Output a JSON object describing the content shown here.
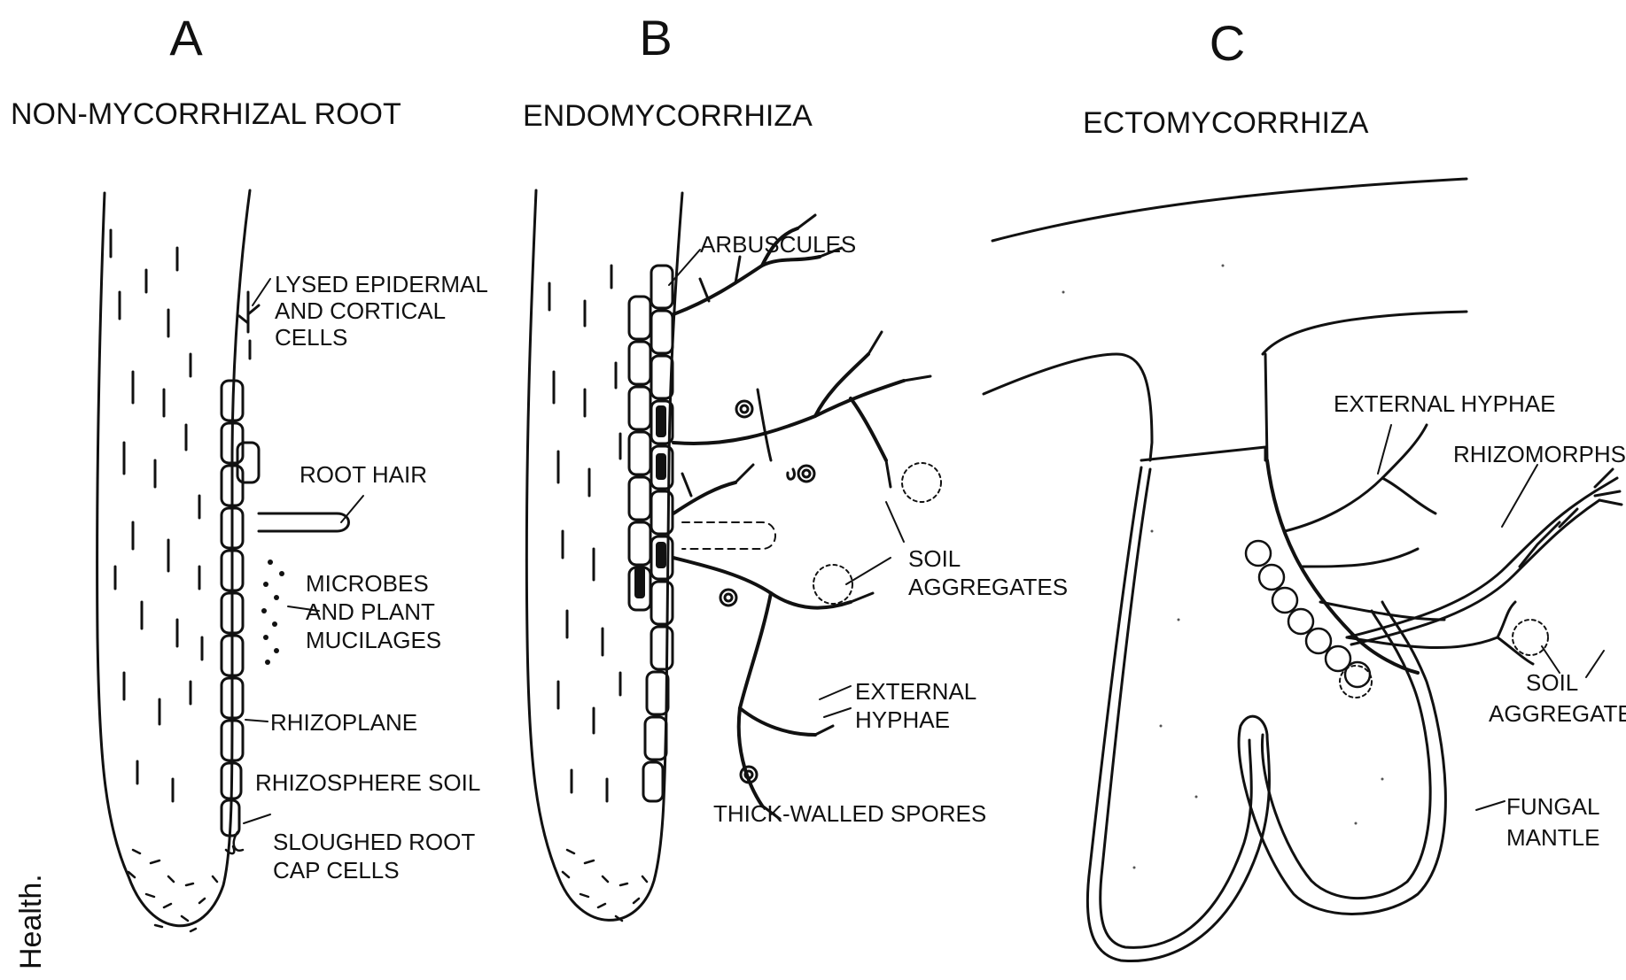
{
  "panels": [
    {
      "letter": "A",
      "title": "NON-MYCORRHIZAL ROOT"
    },
    {
      "letter": "B",
      "title": "ENDOMYCORRHIZA"
    },
    {
      "letter": "C",
      "title": "ECTOMYCORRHIZA"
    }
  ],
  "labels_a": {
    "lysed_1": "LYSED EPIDERMAL",
    "lysed_2": "AND CORTICAL",
    "lysed_3": "CELLS",
    "root_hair": "ROOT HAIR",
    "microbes_1": "MICROBES",
    "microbes_2": "AND PLANT",
    "microbes_3": "MUCILAGES",
    "rhizoplane": "RHIZOPLANE",
    "rhizosphere": "RHIZOSPHERE SOIL",
    "sloughed_1": "SLOUGHED ROOT",
    "sloughed_2": "CAP CELLS"
  },
  "labels_b": {
    "arbuscules": "ARBUSCULES",
    "soil_1": "SOIL",
    "soil_2": "AGGREGATES",
    "ext_1": "EXTERNAL",
    "ext_2": "HYPHAE",
    "spores": "THICK-WALLED SPORES"
  },
  "labels_c": {
    "ext_hyphae": "EXTERNAL HYPHAE",
    "rhizomorphs": "RHIZOMORPHS",
    "soil_1": "SOIL",
    "soil_2": "AGGREGATES",
    "mantle_1": "FUNGAL",
    "mantle_2": "MANTLE"
  },
  "side_text": "Health."
}
